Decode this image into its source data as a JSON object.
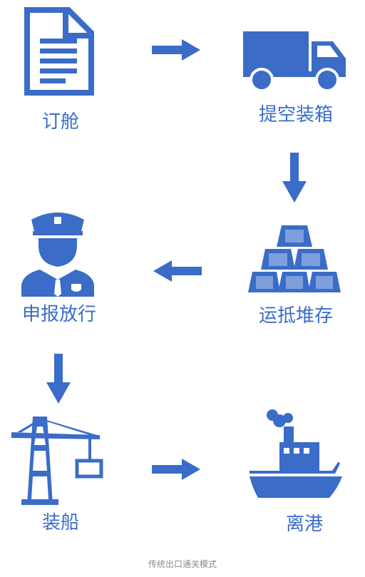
{
  "accent_color": "#3a6cc8",
  "steps": [
    {
      "label": "订舱",
      "icon": "document-icon"
    },
    {
      "label": "提空装箱",
      "icon": "truck-icon"
    },
    {
      "label": "运抵堆存",
      "icon": "stacked-gold-bars-icon"
    },
    {
      "label": "申报放行",
      "icon": "police-officer-icon"
    },
    {
      "label": "装船",
      "icon": "port-crane-icon"
    },
    {
      "label": "离港",
      "icon": "ship-icon"
    }
  ],
  "arrows": [
    "arrow-right-icon",
    "arrow-down-icon",
    "arrow-left-icon",
    "arrow-down-icon",
    "arrow-right-icon"
  ],
  "caption": "传统出口通关模式"
}
